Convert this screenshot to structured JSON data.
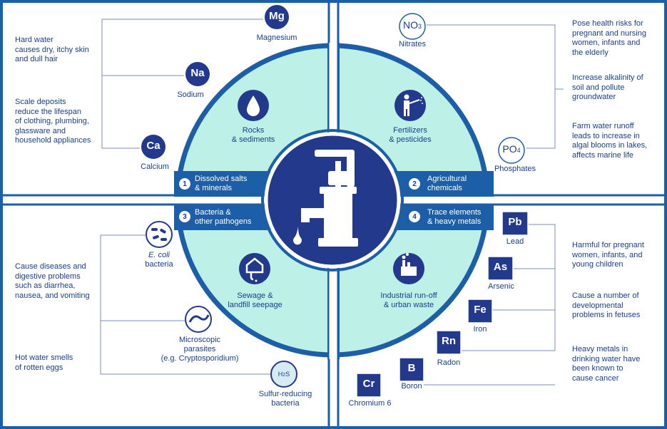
{
  "quadrants": [
    {
      "number": "1",
      "title_line1": "Dissolved salts",
      "title_line2": "& minerals",
      "source_line1": "Rocks",
      "source_line2": "& sediments"
    },
    {
      "number": "2",
      "title_line1": "Agricultural",
      "title_line2": "chemicals",
      "source_line1": "Fertilizers",
      "source_line2": "& pesticides"
    },
    {
      "number": "3",
      "title_line1": "Bacteria &",
      "title_line2": "other pathogens",
      "source_line1": "Sewage &",
      "source_line2": "landfill seepage"
    },
    {
      "number": "4",
      "title_line1": "Trace elements",
      "title_line2": "& heavy metals",
      "source_line1": "Industrial run-off",
      "source_line2": "& urban waste"
    }
  ],
  "minerals": [
    {
      "symbol": "Mg",
      "name": "Magnesium"
    },
    {
      "symbol": "Na",
      "name": "Sodium"
    },
    {
      "symbol": "Ca",
      "name": "Calcium"
    }
  ],
  "chemicals": [
    {
      "symbol": "NO",
      "subscript": "3",
      "name": "Nitrates"
    },
    {
      "symbol": "PO",
      "subscript": "4",
      "name": "Phosphates"
    }
  ],
  "pathogens": [
    {
      "name_line1": "E. coli",
      "name_line2": "bacteria"
    },
    {
      "name_line1": "Microscopic",
      "name_line2": "parasites",
      "name_line3": "(e.g. Cryptosporidium)"
    },
    {
      "symbol": "H",
      "subscript": "2",
      "symbol2": "S",
      "name_line1": "Sulfur-reducing",
      "name_line2": "bacteria"
    }
  ],
  "metals": [
    {
      "symbol": "Pb",
      "name": "Lead"
    },
    {
      "symbol": "As",
      "name": "Arsenic"
    },
    {
      "symbol": "Fe",
      "name": "Iron"
    },
    {
      "symbol": "Rn",
      "name": "Radon"
    },
    {
      "symbol": "B",
      "name": "Boron"
    },
    {
      "symbol": "Cr",
      "name": "Chromium 6"
    }
  ],
  "notes": {
    "hard_water": [
      "Hard water",
      "causes dry, itchy skin",
      "and dull hair"
    ],
    "scale": [
      "Scale deposits",
      "reduce the lifespan",
      "of clothing, plumbing,",
      "glassware and",
      "household appliances"
    ],
    "health_risks": [
      "Pose health risks for",
      "pregnant and nursing",
      "women, infants and",
      "the elderly"
    ],
    "alkalinity": [
      "Increase alkalinity of",
      "soil and pollute",
      "groundwater"
    ],
    "runoff": [
      "Farm water runoff",
      "leads to increase in",
      "algal blooms in lakes,",
      "affects marine life"
    ],
    "diseases": [
      "Cause diseases and",
      "digestive problems",
      "such as diarrhea,",
      "nausea, and vomiting"
    ],
    "eggs": [
      "Hot water smells",
      "of rotten eggs"
    ],
    "pregnant": [
      "Harmful for pregnant",
      "women, infants, and",
      "young children"
    ],
    "developmental": [
      "Cause a number of",
      "developmental",
      "problems in fetuses"
    ],
    "cancer": [
      "Heavy metals in",
      "drinking water have",
      "been known to",
      "cause cancer"
    ]
  },
  "colors": {
    "navy": "#233a8c",
    "blue": "#1d5ea8",
    "mint": "#bdf0e6",
    "text": "#1a3f8c"
  }
}
